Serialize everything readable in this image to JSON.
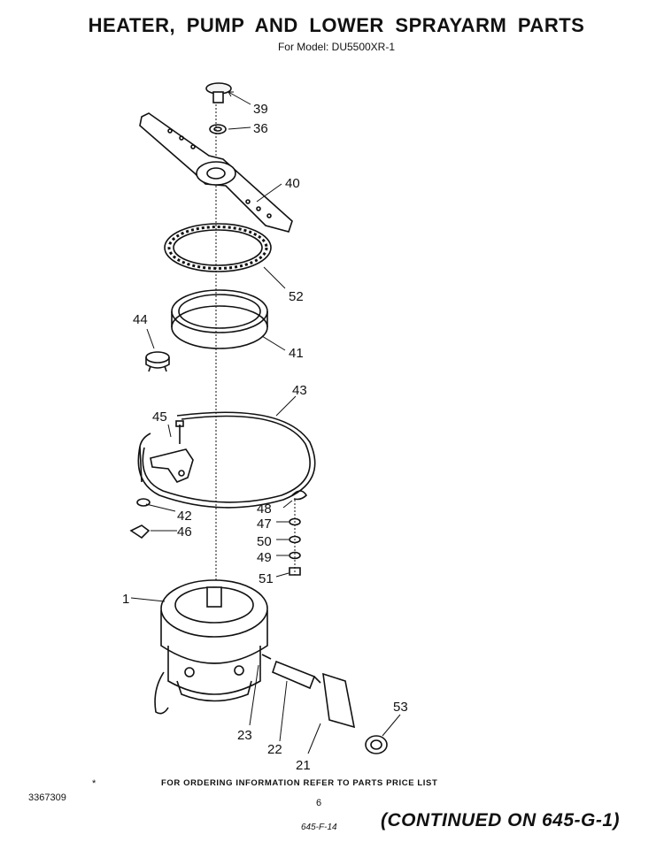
{
  "header": {
    "title": "HEATER, PUMP   AND LOWER   SPRAYARM   PARTS",
    "subtitle": "For Model: DU5500XR-1"
  },
  "callouts": [
    {
      "id": "39",
      "label": "39"
    },
    {
      "id": "36",
      "label": "36"
    },
    {
      "id": "40",
      "label": "40"
    },
    {
      "id": "52",
      "label": "52"
    },
    {
      "id": "44",
      "label": "44"
    },
    {
      "id": "41",
      "label": "41"
    },
    {
      "id": "43",
      "label": "43"
    },
    {
      "id": "45",
      "label": "45"
    },
    {
      "id": "48",
      "label": "48"
    },
    {
      "id": "42",
      "label": "42"
    },
    {
      "id": "47",
      "label": "47"
    },
    {
      "id": "46",
      "label": "46"
    },
    {
      "id": "50",
      "label": "50"
    },
    {
      "id": "49",
      "label": "49"
    },
    {
      "id": "51",
      "label": "51"
    },
    {
      "id": "1",
      "label": "1"
    },
    {
      "id": "53",
      "label": "53"
    },
    {
      "id": "23",
      "label": "23"
    },
    {
      "id": "22",
      "label": "22"
    },
    {
      "id": "21",
      "label": "21"
    }
  ],
  "footer": {
    "note": "FOR ORDERING INFORMATION REFER TO PARTS PRICE LIST",
    "star": "*",
    "doc_number": "3367309",
    "page_number": "6",
    "handwritten": "645-F-14",
    "continued": "(CONTINUED ON 645-G-1)"
  }
}
